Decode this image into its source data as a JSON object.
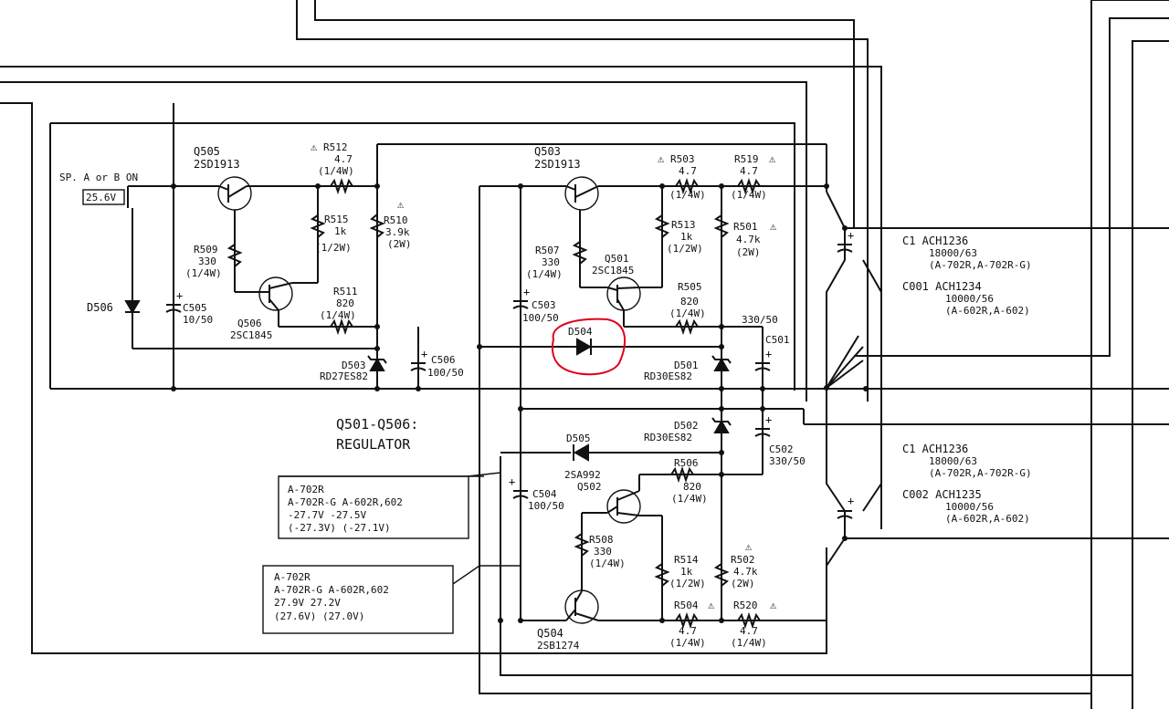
{
  "sp_label": "SP. A or B ON",
  "sp_voltage": "25.6V",
  "section_title": [
    "Q501-Q506:",
    "REGULATOR"
  ],
  "transistors": [
    {
      "ref": "Q505",
      "part": "2SD1913"
    },
    {
      "ref": "Q506",
      "part": "2SC1845"
    },
    {
      "ref": "Q503",
      "part": "2SD1913"
    },
    {
      "ref": "Q501",
      "part": "2SC1845"
    },
    {
      "ref": "Q502",
      "part": "2SA992"
    },
    {
      "ref": "Q504",
      "part": "2SB1274"
    }
  ],
  "resistors": {
    "R512": [
      "R512",
      "4.7",
      "(1/4W)"
    ],
    "R515": [
      "R515",
      "1k",
      "(1/2W)"
    ],
    "R510": [
      "R510",
      "3.9k",
      "(2W)"
    ],
    "R509": [
      "R509",
      "330",
      "(1/4W)"
    ],
    "R511": [
      "R511",
      "820",
      "(1/4W)"
    ],
    "R503": [
      "R503",
      "4.7",
      "(1/4W)"
    ],
    "R519": [
      "R519",
      "4.7",
      "(1/4W)"
    ],
    "R513": [
      "R513",
      "1k",
      "(1/2W)"
    ],
    "R501": [
      "R501",
      "4.7k",
      "(2W)"
    ],
    "R507": [
      "R507",
      "330",
      "(1/4W)"
    ],
    "R505": [
      "R505",
      "820",
      "(1/4W)"
    ],
    "R506": [
      "R506",
      "820",
      "(1/4W)"
    ],
    "R508": [
      "R508",
      "330",
      "(1/4W)"
    ],
    "R514": [
      "R514",
      "1k",
      "(1/2W)"
    ],
    "R502": [
      "R502",
      "4.7k",
      "(2W)"
    ],
    "R504": [
      "R504",
      "4.7",
      "(1/4W)"
    ],
    "R520": [
      "R520",
      "4.7",
      "(1/4W)"
    ]
  },
  "diodes": {
    "D506": "D506",
    "D503": [
      "D503",
      "RD27ES82"
    ],
    "D504": "D504",
    "D501": [
      "D501",
      "RD30ES82"
    ],
    "D502": [
      "D502",
      "RD30ES82"
    ],
    "D505": "D505"
  },
  "capacitors": {
    "C505": [
      "C505",
      "10/50"
    ],
    "C506": [
      "C506",
      "100/50"
    ],
    "C503": [
      "C503",
      "100/50"
    ],
    "C501": [
      "330/50",
      "C501"
    ],
    "C502": [
      "C502",
      "330/50"
    ],
    "C504": [
      "C504",
      "100/50"
    ]
  },
  "bulk_caps": {
    "top": [
      "C1  ACH1236",
      "18000/63",
      "(A-702R,A-702R-G)",
      "C001  ACH1234",
      "10000/56",
      "(A-602R,A-602)"
    ],
    "bottom": [
      "C1  ACH1236",
      "18000/63",
      "(A-702R,A-702R-G)",
      "C002  ACH1235",
      "10000/56",
      "(A-602R,A-602)"
    ]
  },
  "voltage_box_1": [
    "A-702R",
    "A-702R-G   A-602R,602",
    "-27.7V        -27.5V",
    "(-27.3V)    (-27.1V)"
  ],
  "voltage_box_2": [
    "A-702R",
    "A-702R-G   A-602R,602",
    "27.9V         27.2V",
    "(27.6V)      (27.0V)"
  ],
  "safety_mark": "⚠",
  "colors": {
    "ink": "#111111",
    "highlight": "#e0001a",
    "background": "#ffffff"
  }
}
